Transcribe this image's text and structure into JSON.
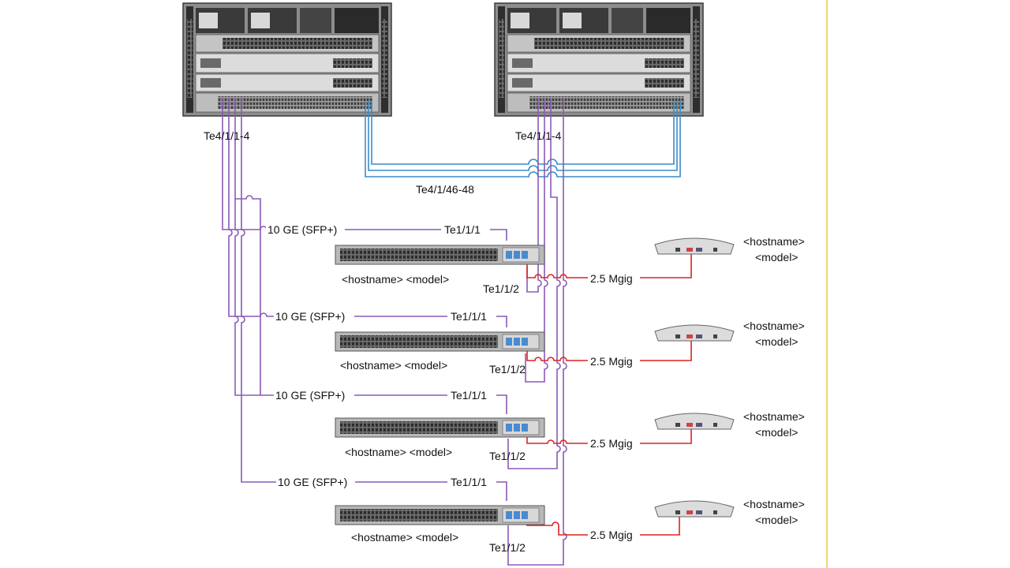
{
  "diagram": {
    "core_switches": [
      {
        "port_label": "Te4/1/1-4"
      },
      {
        "port_label": "Te4/1/1-4"
      }
    ],
    "interconnect_label": "Te4/1/46-48",
    "access_switches": [
      {
        "uplink_label": "10 GE  (SFP+)",
        "port1": "Te1/1/1",
        "port2": "Te1/1/2",
        "name": "<hostname> <model>"
      },
      {
        "uplink_label": "10 GE  (SFP+)",
        "port1": "Te1/1/1",
        "port2": "Te1/1/2",
        "name": "<hostname> <model>"
      },
      {
        "uplink_label": "10 GE  (SFP+)",
        "port1": "Te1/1/1",
        "port2": "Te1/1/2",
        "name": "<hostname> <model>"
      },
      {
        "uplink_label": "10 GE  (SFP+)",
        "port1": "Te1/1/1",
        "port2": "Te1/1/2",
        "name": "<hostname> <model>"
      }
    ],
    "access_points": [
      {
        "link_label": "2.5 Mgig",
        "hostname": "<hostname>",
        "model": "<model>"
      },
      {
        "link_label": "2.5 Mgig",
        "hostname": "<hostname>",
        "model": "<model>"
      },
      {
        "link_label": "2.5 Mgig",
        "hostname": "<hostname>",
        "model": "<model>"
      },
      {
        "link_label": "2.5 Mgig",
        "hostname": "<hostname>",
        "model": "<model>"
      }
    ],
    "colors": {
      "uplink": "#8a5ab8",
      "interconnect": "#3a8cc8",
      "mgig": "#dd2222",
      "divider": "#e8c840",
      "chassis": "#8d8d8d",
      "chassis_dark": "#4a4a4a"
    }
  }
}
